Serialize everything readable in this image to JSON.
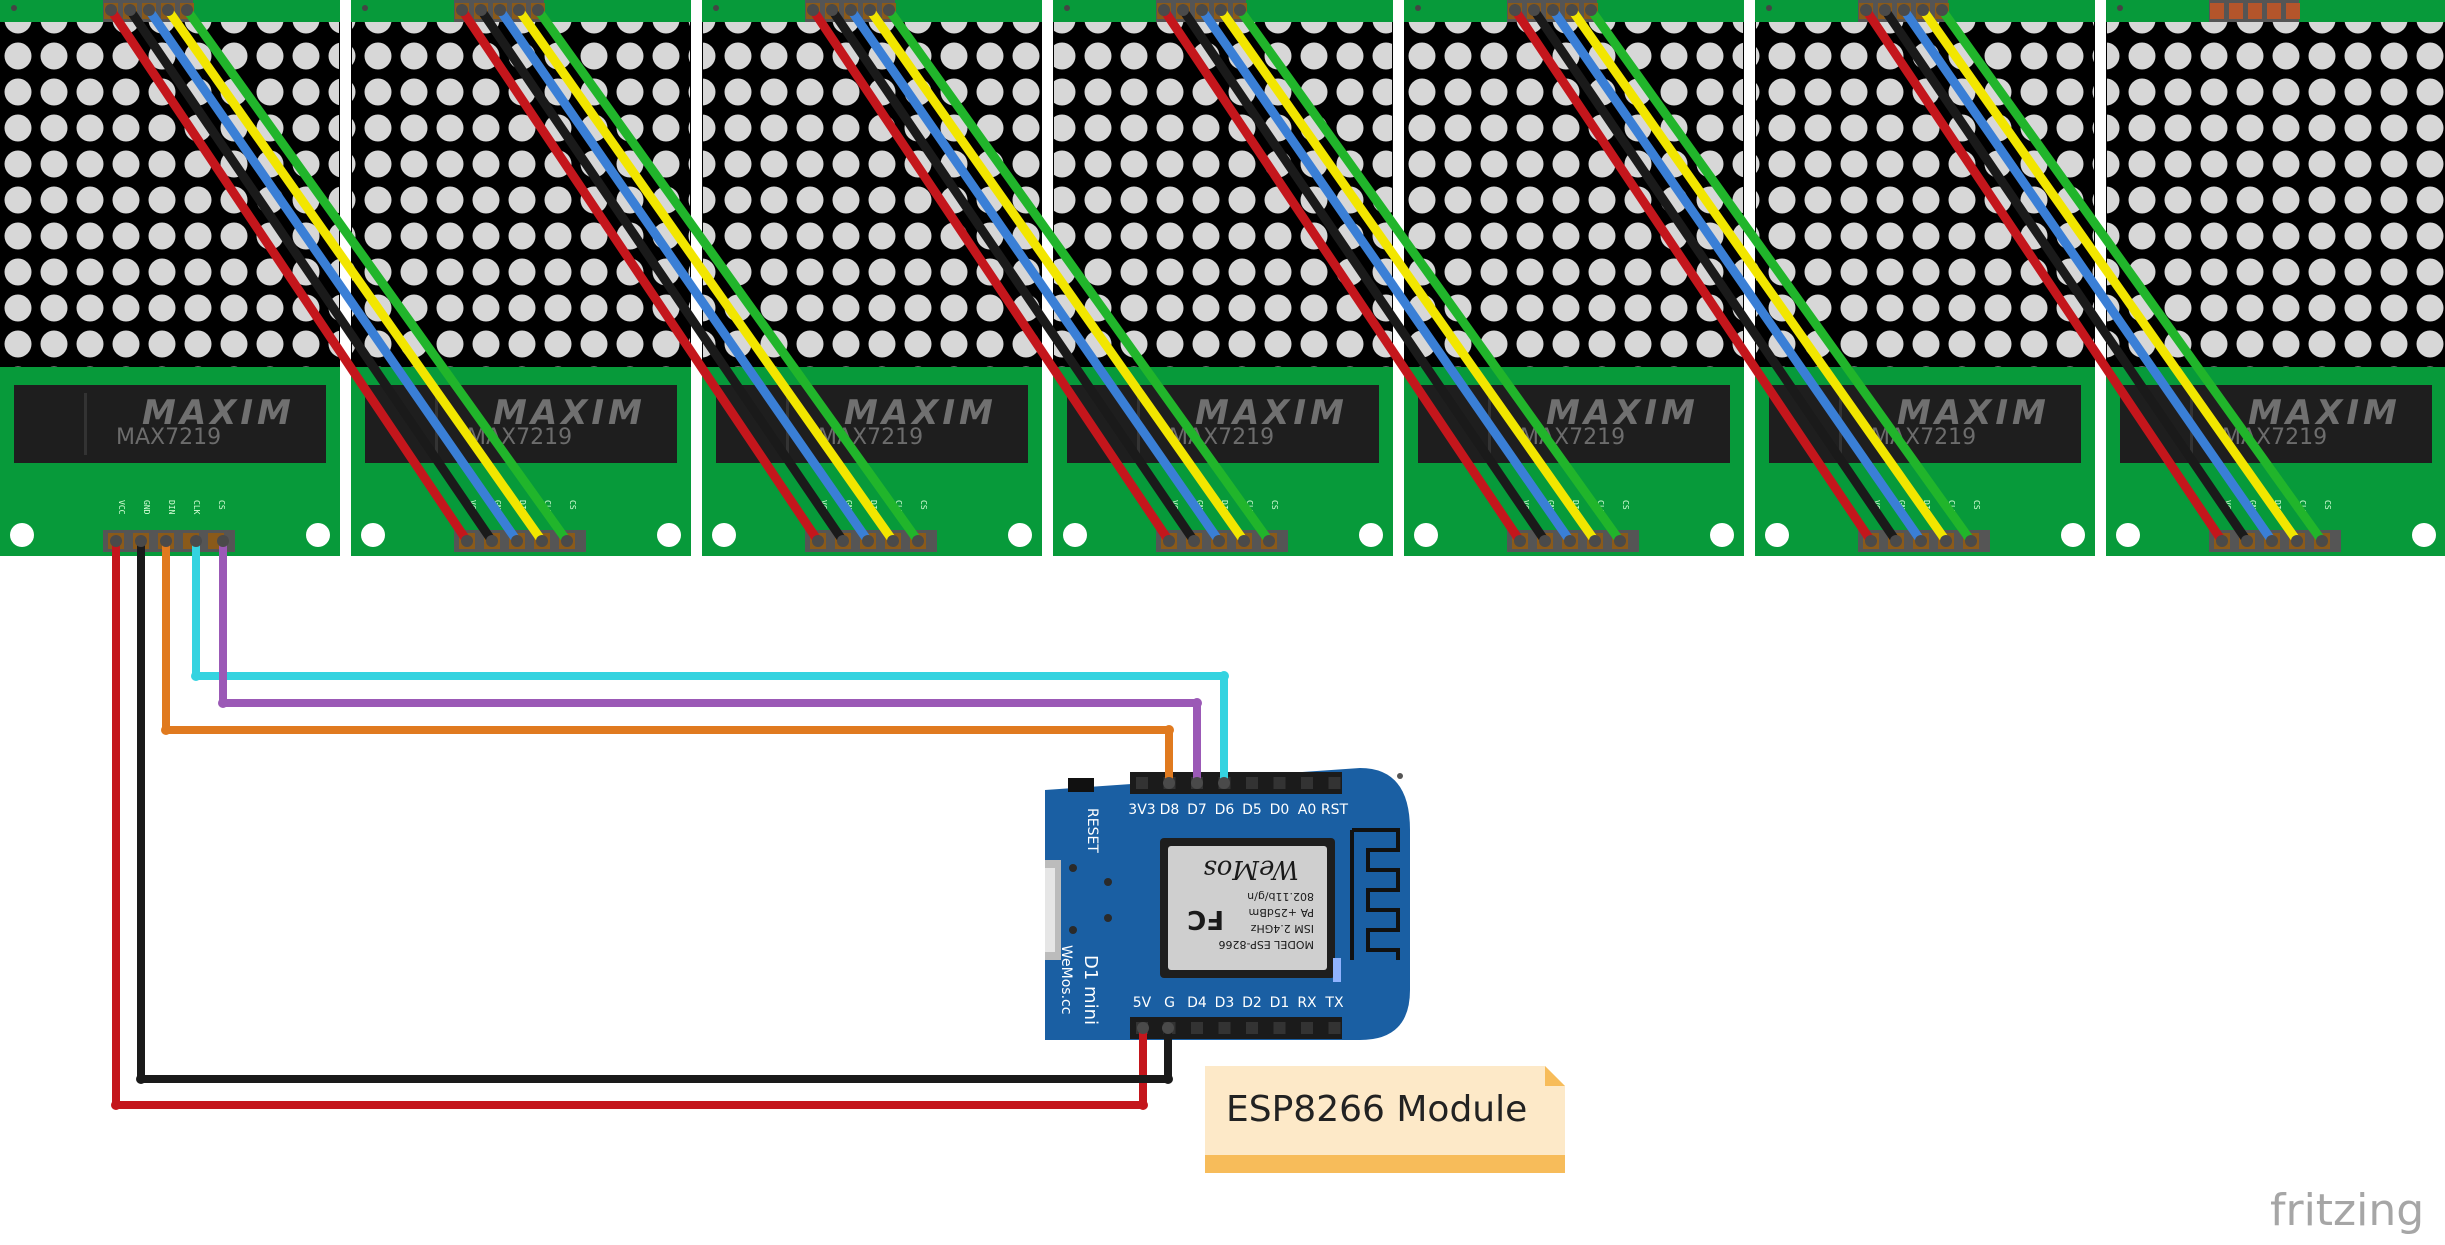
{
  "modules": [
    {
      "chip_brand": "MAXIM",
      "chip_label": "MAX7219",
      "pins": [
        "VCC",
        "GND",
        "DIN",
        "CLK",
        "CS"
      ]
    },
    {
      "chip_brand": "MAXIM",
      "chip_label": "MAX7219",
      "pins": [
        "VCC",
        "GND",
        "DIN",
        "CLK",
        "CS"
      ]
    },
    {
      "chip_brand": "MAXIM",
      "chip_label": "MAX7219",
      "pins": [
        "VCC",
        "GND",
        "DIN",
        "CLK",
        "CS"
      ]
    },
    {
      "chip_brand": "MAXIM",
      "chip_label": "MAX7219",
      "pins": [
        "VCC",
        "GND",
        "DIN",
        "CLK",
        "CS"
      ]
    },
    {
      "chip_brand": "MAXIM",
      "chip_label": "MAX7219",
      "pins": [
        "VCC",
        "GND",
        "DIN",
        "CLK",
        "CS"
      ]
    },
    {
      "chip_brand": "MAXIM",
      "chip_label": "MAX7219",
      "pins": [
        "VCC",
        "GND",
        "DIN",
        "CLK",
        "CS"
      ]
    },
    {
      "chip_brand": "MAXIM",
      "chip_label": "MAX7219",
      "pins": [
        "VCC",
        "GND",
        "DIN",
        "CLK",
        "CS"
      ]
    }
  ],
  "board": {
    "top_pins": [
      "3V3",
      "D8",
      "D7",
      "D6",
      "D5",
      "D0",
      "A0",
      "RST"
    ],
    "bottom_pins": [
      "5V",
      "G",
      "D4",
      "D3",
      "D2",
      "D1",
      "RX",
      "TX"
    ],
    "reset_label": "RESET",
    "name_label": "D1 mini",
    "site_label": "WeMos.cc",
    "logo_text": "WeMos",
    "module_lines": [
      "MODEL ESP-8266",
      "ISM 2.4GHz",
      "PA +25dBm",
      "802.11b/g/n"
    ],
    "fcc_mark": "FC"
  },
  "note": {
    "text": "ESP8266 Module"
  },
  "watermark": {
    "text": "fritzing"
  },
  "colors": {
    "pcb_green": "#079a3a",
    "matrix_black": "#000000",
    "led_off": "#d7d7d7",
    "d1_blue": "#1a5fa3",
    "wire_red": "#c4161c",
    "wire_black": "#1a1a1a",
    "wire_blue": "#3a7fd6",
    "wire_yellow": "#f2e600",
    "wire_green": "#21b52b",
    "wire_orange": "#e07a1f",
    "wire_cyan": "#34d3e0",
    "wire_purple": "#9b59b6",
    "note_fill": "#fde9c8",
    "note_band": "#f7bc5a"
  }
}
